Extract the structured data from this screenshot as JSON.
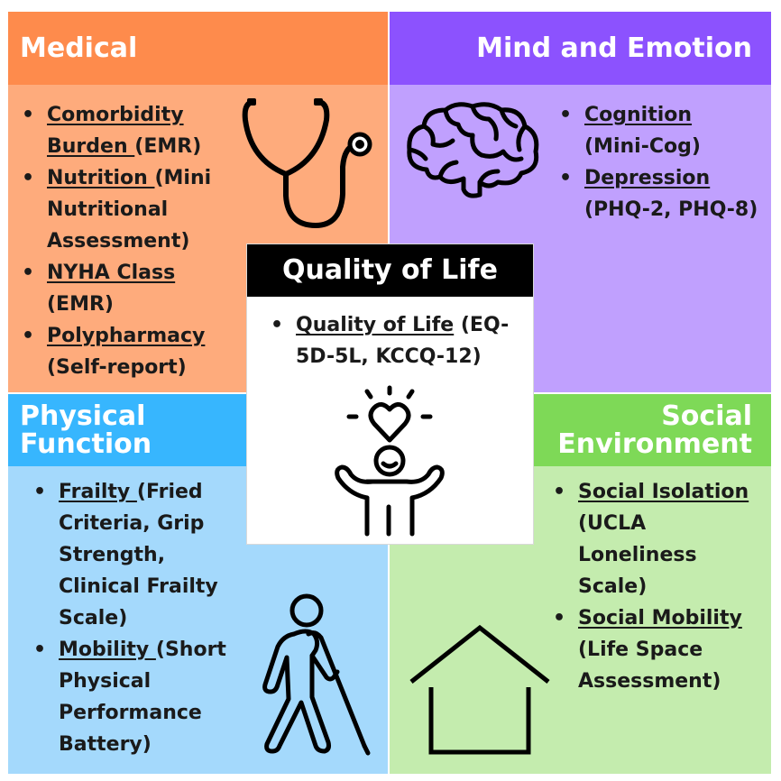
{
  "quadrants": {
    "medical": {
      "title": "Medical",
      "items": [
        {
          "link": "Comorbidity Burden ",
          "rest": "(EMR)"
        },
        {
          "link": "Nutrition ",
          "rest": "(Mini Nutritional Assessment)"
        },
        {
          "link": "NYHA Class",
          "rest": " (EMR)"
        },
        {
          "link": "Polypharmacy",
          "rest": " (Self-report)"
        }
      ],
      "icon": "stethoscope-icon",
      "header_color": "#fe8b4c",
      "body_color": "#feab7c"
    },
    "mind": {
      "title": "Mind and Emotion",
      "items": [
        {
          "link": "Cognition",
          "rest": " (Mini-Cog)"
        },
        {
          "link": "Depression",
          "rest": " (PHQ-2, PHQ-8)"
        }
      ],
      "icon": "brain-icon",
      "header_color": "#8c52fe",
      "body_color": "#c0a0fe"
    },
    "physical": {
      "title_line1": "Physical",
      "title_line2": "Function",
      "items": [
        {
          "link": "Frailty ",
          "rest": "(Fried Criteria, Grip Strength, Clinical Frailty Scale)"
        },
        {
          "link": "Mobility ",
          "rest": "(Short Physical Performance Battery)"
        }
      ],
      "icon": "person-with-cane-icon",
      "header_color": "#37b6fe",
      "body_color": "#a4d9fc"
    },
    "social": {
      "title_line1": "Social",
      "title_line2": "Environment",
      "items": [
        {
          "link": "Social Isolation",
          "rest": " (UCLA Loneliness Scale)"
        },
        {
          "link": "Social Mobility",
          "rest": " (Life Space Assessment)"
        }
      ],
      "icon": "house-icon",
      "header_color": "#7ed957",
      "body_color": "#c4ecae"
    }
  },
  "center": {
    "title": "Quality of Life",
    "item": {
      "link": "Quality of Life",
      "rest": " (EQ-5D-5L, KCCQ-12)"
    },
    "icon": "happy-person-heart-icon"
  }
}
